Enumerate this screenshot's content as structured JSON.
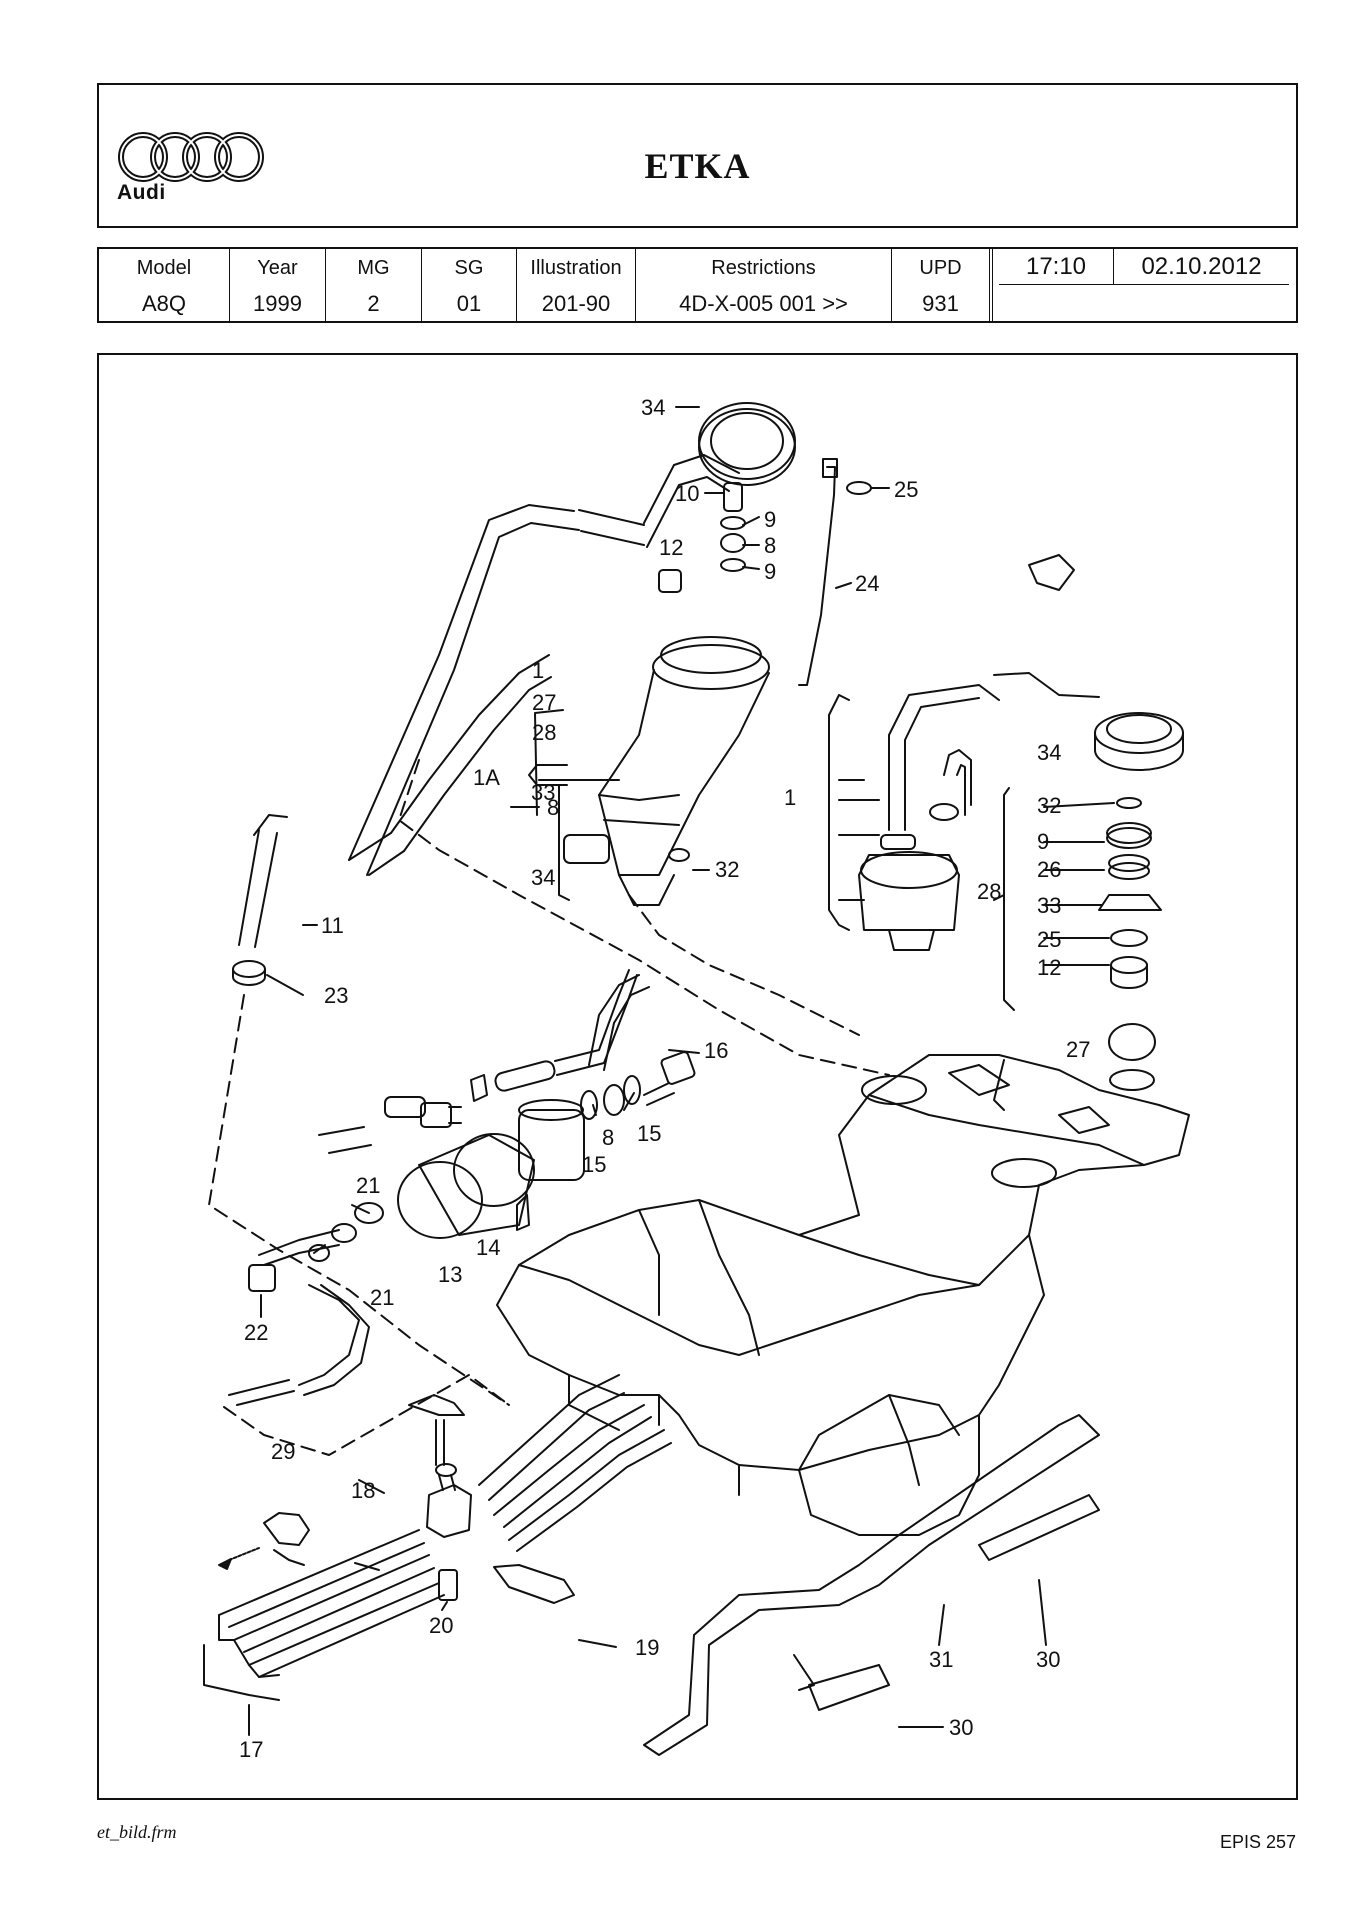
{
  "header": {
    "brand": "Audi",
    "title": "ETKA"
  },
  "info_table": {
    "columns": [
      {
        "header": "Model",
        "value": "A8Q"
      },
      {
        "header": "Year",
        "value": "1999"
      },
      {
        "header": "MG",
        "value": "2"
      },
      {
        "header": "SG",
        "value": "01"
      },
      {
        "header": "Illustration",
        "value": "201-90"
      },
      {
        "header": "Restrictions",
        "value": "4D-X-005 001 >>"
      },
      {
        "header": "UPD",
        "value": "931"
      }
    ],
    "time": "17:10",
    "date": "02.10.2012"
  },
  "illustration": {
    "callouts": {
      "c34_top": "34",
      "c10": "10",
      "c25_top": "25",
      "c9_a": "9",
      "c12_top": "12",
      "c8_top": "8",
      "c9_b": "9",
      "c24": "24",
      "c1_left": "1",
      "c27_left": "27",
      "c28_left": "28",
      "c1A": "1A",
      "c8_left": "8",
      "c33_left": "33",
      "c34_left": "34",
      "c32_left": "32",
      "c11": "11",
      "c23": "23",
      "c1_right": "1",
      "c34_right": "34",
      "c32_right": "32",
      "c9_right": "9",
      "c26": "26",
      "c28_right": "28",
      "c33_right": "33",
      "c25_right": "25",
      "c12_right": "12",
      "c27_right": "27",
      "c16": "16",
      "c15_a": "15",
      "c8_mid": "8",
      "c15_b": "15",
      "c21_a": "21",
      "c14": "14",
      "c13": "13",
      "c21_b": "21",
      "c22": "22",
      "c29": "29",
      "c18": "18",
      "c19": "19",
      "c20": "20",
      "c17": "17",
      "c31": "31",
      "c30_a": "30",
      "c30_b": "30"
    }
  },
  "footer": {
    "left": "et_bild.frm",
    "right": "EPIS 257"
  }
}
